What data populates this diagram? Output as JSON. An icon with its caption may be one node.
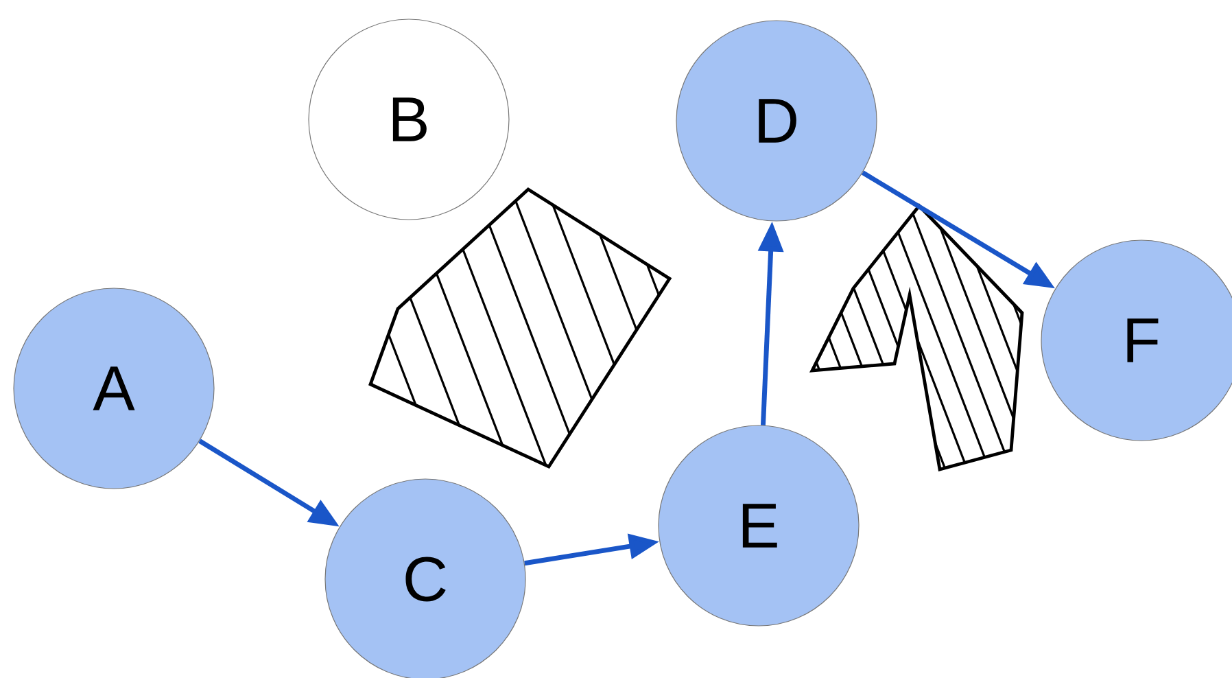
{
  "diagram": {
    "nodes": [
      {
        "text": [
          "A"
        ]
      },
      {
        "text": [
          "B"
        ]
      },
      {
        "text": [
          "C"
        ]
      },
      {
        "text": [
          "D"
        ]
      },
      {
        "text": [
          "E"
        ]
      },
      {
        "text": [
          "F"
        ]
      }
    ],
    "edges": [
      {
        "from": 0,
        "to": 2,
        "arrow": "to"
      },
      {
        "from": 2,
        "to": 4,
        "arrow": "to"
      },
      {
        "from": 4,
        "to": 3,
        "arrow": "to"
      },
      {
        "from": 3,
        "to": 5,
        "arrow": "to"
      }
    ]
  }
}
